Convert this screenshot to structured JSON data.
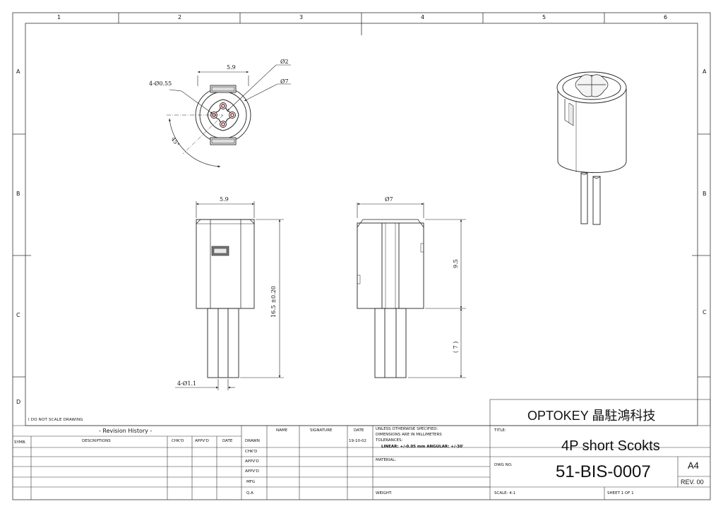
{
  "sheet": {
    "col_zones": [
      "1",
      "2",
      "3",
      "4",
      "5",
      "6"
    ],
    "row_zones": [
      "A",
      "B",
      "C",
      "D"
    ],
    "note": "I DO NOT SCALE DRAWING"
  },
  "views": {
    "top": {
      "dim_width": "5.9",
      "dim_pin_dia": "4-Ø0.55",
      "dim_inner": "Ø2",
      "dim_outer": "Ø7",
      "dim_angle": "45°"
    },
    "front": {
      "dim_width": "5.9",
      "dim_height": "16.5 ±0.20",
      "dim_pins": "4-Ø1.1"
    },
    "side": {
      "dim_dia": "Ø7",
      "dim_body": "9.5",
      "dim_pin_len": "( 7 )"
    }
  },
  "title_block": {
    "company": "OPTOKEY 晶駐鴻科技",
    "title_label": "TITLE:",
    "title": "4P short Scokts",
    "dwg_no_label": "DWG NO.",
    "dwg_no": "51-BIS-0007",
    "size": "A4",
    "rev": "REV. 00",
    "scale": "SCALE: 4:1",
    "sheet": "SHEET 1 OF 1",
    "weight": "WEIGHT:",
    "material": "MATERIAL:",
    "tolerance_lines": [
      "UNLESS OTHERWISE SPECIFIED:",
      "DIMENSIONS ARE IN MILLIMETERS",
      "TOLERANCES:"
    ],
    "tolerance_values": "LINEAR: +/-0.05 mm    ANGULAR: +/-30'"
  },
  "revision_history": {
    "title": "- Revision History -",
    "columns": [
      "SYMB.",
      "DESCRIPTIONS",
      "CHK'D",
      "APPV'D",
      "DATE"
    ]
  },
  "approvals": {
    "columns": [
      "NAME",
      "SIGNATURE",
      "DATE"
    ],
    "rows": [
      {
        "role": "DRAWN",
        "date": "19-10-02"
      },
      {
        "role": "CHK'D",
        "date": ""
      },
      {
        "role": "APPV'D",
        "date": ""
      },
      {
        "role": "APPV'D",
        "date": ""
      },
      {
        "role": "MFG",
        "date": ""
      },
      {
        "role": "Q.A",
        "date": ""
      }
    ]
  }
}
